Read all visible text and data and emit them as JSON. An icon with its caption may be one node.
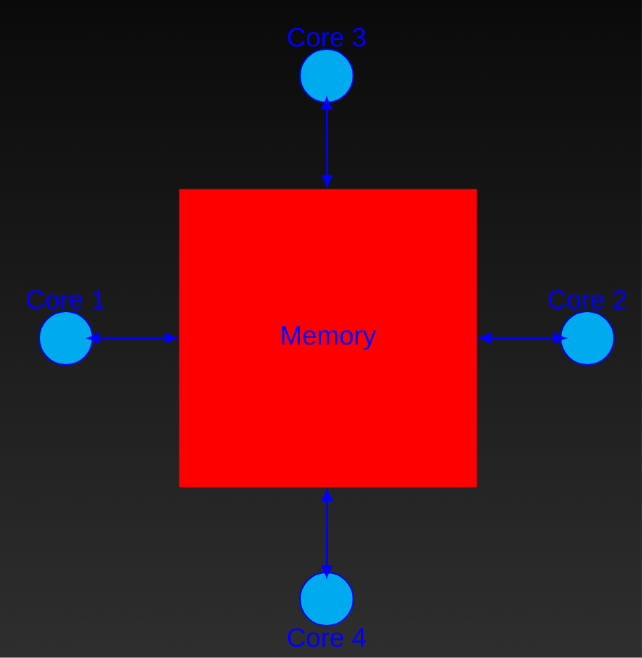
{
  "diagram": {
    "nodes": [
      {
        "text": [
          "Core 3"
        ]
      },
      {
        "text": [
          "Core 1"
        ]
      },
      {
        "text": [
          "Memory"
        ]
      },
      {
        "text": [
          "Core 2"
        ]
      },
      {
        "text": [
          "Core 4"
        ]
      }
    ],
    "edges": [
      {
        "from": 2,
        "to": 0,
        "arrow": "both"
      },
      {
        "from": 2,
        "to": 1,
        "arrow": "both"
      },
      {
        "from": 2,
        "to": 3,
        "arrow": "both"
      },
      {
        "from": 2,
        "to": 4,
        "arrow": "both"
      }
    ]
  }
}
